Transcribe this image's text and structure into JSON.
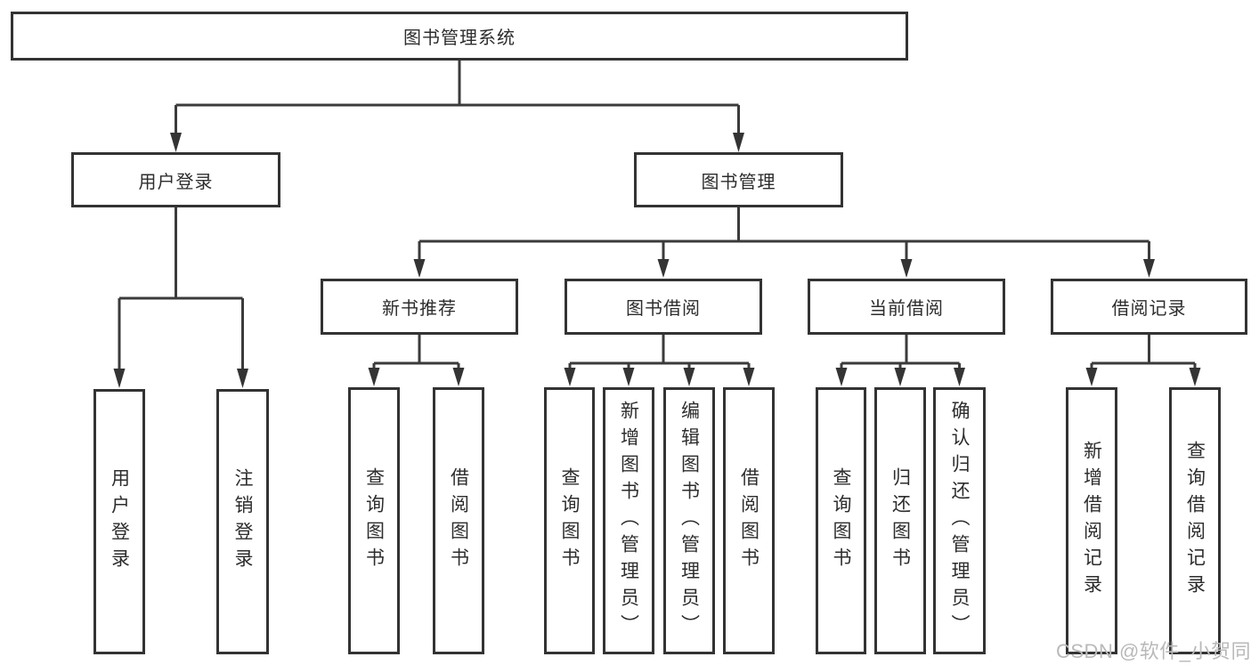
{
  "root": {
    "label": "图书管理系统"
  },
  "branches": [
    {
      "label": "用户登录",
      "children": [
        {
          "label": "用户登录"
        },
        {
          "label": "注销登录"
        }
      ]
    },
    {
      "label": "图书管理",
      "children": [
        {
          "label": "新书推荐",
          "children": [
            {
              "label": "查询图书"
            },
            {
              "label": "借阅图书"
            }
          ]
        },
        {
          "label": "图书借阅",
          "children": [
            {
              "label": "查询图书"
            },
            {
              "label": "新增图书（管理员）"
            },
            {
              "label": "编辑图书（管理员）"
            },
            {
              "label": "借阅图书"
            }
          ]
        },
        {
          "label": "当前借阅",
          "children": [
            {
              "label": "查询图书"
            },
            {
              "label": "归还图书"
            },
            {
              "label": "确认归还（管理员）"
            }
          ]
        },
        {
          "label": "借阅记录",
          "children": [
            {
              "label": "新增借阅记录"
            },
            {
              "label": "查询借阅记录"
            }
          ]
        }
      ]
    }
  ],
  "watermark": {
    "text": "CSDN @软件_小贺同学"
  },
  "colors": {
    "line": "#3b3b3b",
    "border": "#333333",
    "fill": "#ffffff",
    "text": "#2d2d2d",
    "watermark": "#b9b9b9"
  }
}
